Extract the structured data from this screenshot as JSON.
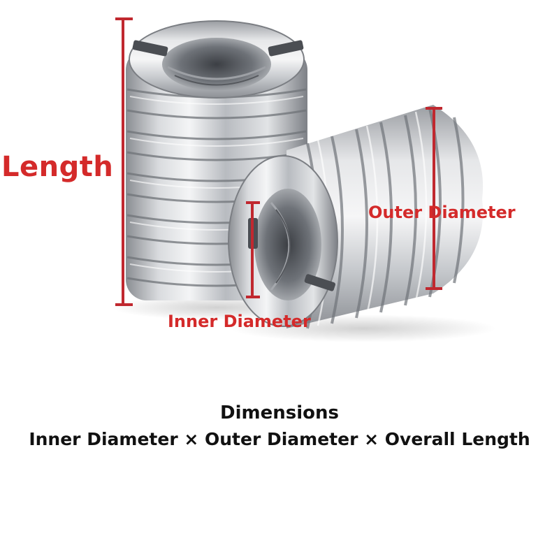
{
  "labels": {
    "length": "Length",
    "outer_diameter": "Outer Diameter",
    "inner_diameter": "Inner Diameter"
  },
  "caption": {
    "title": "Dimensions",
    "formula": "Inner Diameter × Outer Diameter × Overall Length"
  },
  "colors": {
    "annotation": "#d42a2a",
    "caption_text": "#111111",
    "background": "#ffffff"
  }
}
